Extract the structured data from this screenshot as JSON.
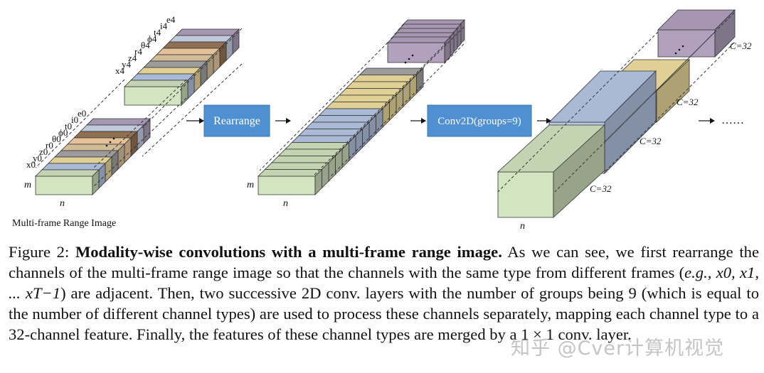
{
  "figure": {
    "stack1_labels_top": [
      "e4",
      "i4",
      "t4",
      "ϕ4",
      "θ4",
      "r4",
      "z4",
      "y4",
      "x4"
    ],
    "stack1_labels_bottom": [
      "e0",
      "i0",
      "t0",
      "ϕ0",
      "θ0",
      "r0",
      "z0",
      "y0",
      "x0"
    ],
    "dim_m": "m",
    "dim_n": "n",
    "stack1_caption": "Multi-frame Range Image",
    "rearrange_label": "Rearrange",
    "conv_label": "Conv2D(groups=9)",
    "channel_label": "C=32",
    "ellipsis": "……",
    "colors": {
      "box_fill": "#4f90d2",
      "green": "#d3e4c0",
      "blue": "#b7c8e6",
      "yellow": "#f2e0a0",
      "peach": "#f6cfa6",
      "brown": "#9b7758",
      "tan": "#e1caa2",
      "grey": "#a8a8a8",
      "lightblue": "#cdd9ee",
      "purple": "#b2a1be"
    }
  },
  "caption": {
    "prefix": "Figure 2: ",
    "bold": "Modality-wise convolutions with a multi-frame range image.",
    "t1": " As we can see, we first rearrange the channels of the multi-frame range image so that the channels with the same type from different frames (",
    "eg": "e.g.",
    "t2": ", ",
    "math": "x0, x1, ... xT−1",
    "t3": ") are adjacent. Then, two successive 2D conv. layers with the number of groups being 9 (which is equal to the number of different channel types) are used to process these channels separately, mapping each channel type to a 32-channel feature. Finally, the features of these channel types are merged by a ",
    "mult": "1 × 1",
    "t4": " conv. layer."
  },
  "watermark": "知乎 @Cver计算机视觉"
}
